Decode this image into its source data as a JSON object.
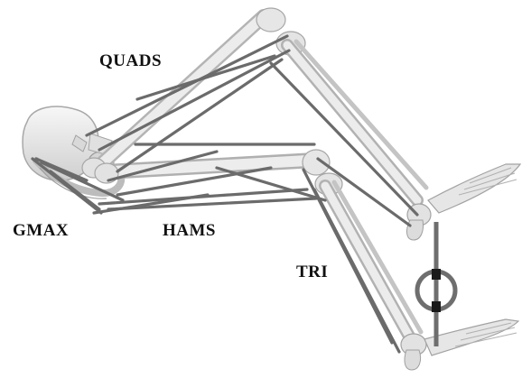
{
  "labels": {
    "quads": "QUADS",
    "gmax": "GMAX",
    "hams": "HAMS",
    "tri": "TRI"
  },
  "colors": {
    "background": "#ffffff",
    "bone_fill": "#e3e3e3",
    "bone_stroke": "#a8a8a8",
    "muscle": "#6b6b6b",
    "spring": "#6e6e6e",
    "label_text": "#111111"
  }
}
